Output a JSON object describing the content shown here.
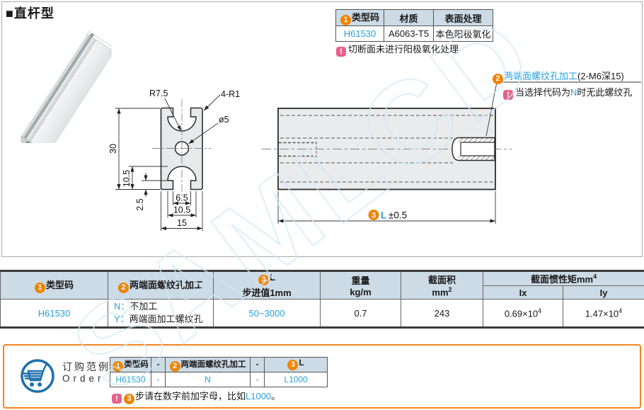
{
  "title": {
    "marker": "■",
    "text": "直杆型"
  },
  "colors": {
    "accent_orange": "#f08300",
    "accent_cyan": "#29a1d8",
    "note_pink": "#e8608c",
    "header_bg": "#ccdbe6",
    "order_border": "#f08522",
    "cart_blue": "#1d6fae",
    "watermark": "#cfe9f6"
  },
  "info_table": {
    "headers": [
      {
        "badge": "1",
        "label": "类型码"
      },
      {
        "label": "材质"
      },
      {
        "label": "表面处理"
      }
    ],
    "row": {
      "type_code": "H61530",
      "material": "A6063-T5",
      "surface": "本色阳极氧化"
    },
    "note": "切断面未进行阳极氧化处理"
  },
  "drawing": {
    "cross_section": {
      "dims": {
        "height": "30",
        "slot_inner": "10.5",
        "lip": "2.5",
        "opening": "6.5",
        "cavity": "10.5",
        "width": "15",
        "radius": "R7.5",
        "corner": "4-R1",
        "hole": "ø5"
      }
    },
    "side_view": {
      "thread_badge": "2",
      "thread_label": "两端面螺纹孔加工",
      "thread_spec": "(2-M6深15)",
      "note_pre": "当选择代码为",
      "note_code": "N",
      "note_post": "时无此螺纹孔",
      "length_badge": "3",
      "length_label": "L",
      "length_tol": "±0.5"
    }
  },
  "main_table": {
    "headers": {
      "c1": {
        "badge": "1",
        "label": "类型码"
      },
      "c2": {
        "badge": "2",
        "label": "两端面螺纹孔加工"
      },
      "c3": {
        "badge": "3",
        "label": "L",
        "line2": "步进值1mm"
      },
      "c4": {
        "label": "重量",
        "line2": "kg/m"
      },
      "c5": {
        "label": "截面积",
        "unit_base": "mm",
        "unit_sup": "2"
      },
      "c6": {
        "group_base": "截面惯性矩mm",
        "group_sup": "4",
        "sub1": "Ix",
        "sub2": "Iy"
      }
    },
    "row": {
      "type_code": "H61530",
      "thread_n_key": "N：",
      "thread_n": "不加工",
      "thread_y_key": "Y：",
      "thread_y": "两端面加工螺纹孔",
      "length_range": "50~3000",
      "weight": "0.7",
      "area": "243",
      "ix_base": "0.69×10",
      "ix_sup": "4",
      "iy_base": "1.47×10",
      "iy_sup": "4"
    }
  },
  "order": {
    "label_cn": "订购范例",
    "label_en": "Order",
    "table": {
      "h1": {
        "badge": "1",
        "label": "类型码"
      },
      "h2": "-",
      "h3": {
        "badge": "2",
        "label": "两端面螺纹孔加工"
      },
      "h4": "-",
      "h5": {
        "badge": "3",
        "label": "L"
      },
      "v1": "H61530",
      "v2": "-",
      "v3": "N",
      "v4": "-",
      "v5": "L1000"
    },
    "note": {
      "badge": "3",
      "pre": "步请在数字前加字母，比如",
      "code": "L1000",
      "end": "。"
    }
  },
  "watermark": "SAMLCD"
}
